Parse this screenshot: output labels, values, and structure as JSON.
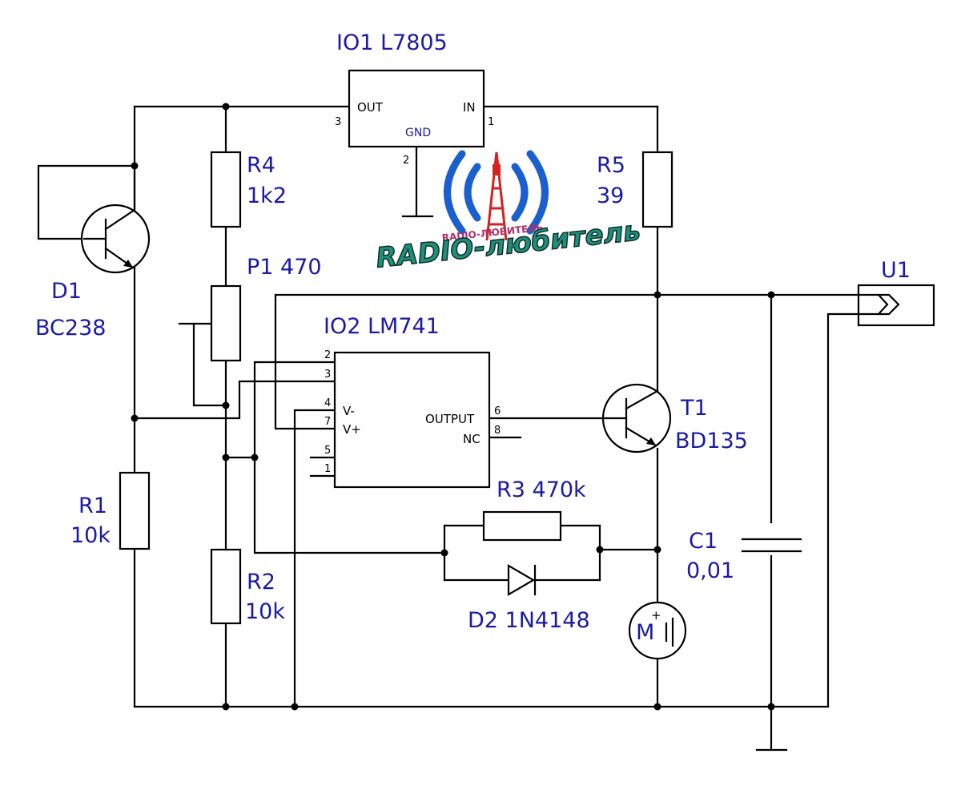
{
  "components": {
    "io1": {
      "label": "IO1 L7805",
      "out": "OUT",
      "in": "IN",
      "gnd": "GND",
      "pin_out": "3",
      "pin_in": "1",
      "pin_gnd": "2"
    },
    "io2": {
      "label": "IO2  LM741",
      "vminus": "V-",
      "vplus": "V+",
      "output": "OUTPUT",
      "nc": "NC",
      "pins": {
        "p2": "2",
        "p3": "3",
        "p4": "4",
        "p7": "7",
        "p5": "5",
        "p1": "1",
        "p6": "6",
        "p8": "8"
      }
    },
    "r4": {
      "name": "R4",
      "value": "1k2"
    },
    "r5": {
      "name": "R5",
      "value": "39"
    },
    "p1": {
      "name": "P1 470"
    },
    "d1": {
      "name": "D1",
      "value": "BC238"
    },
    "r1": {
      "name": "R1",
      "value": "10k"
    },
    "r2": {
      "name": "R2",
      "value": "10k"
    },
    "r3": {
      "name": "R3 470k"
    },
    "d2": {
      "name": "D2 1N4148"
    },
    "t1": {
      "name": "T1",
      "value": "BD135"
    },
    "c1": {
      "name": "C1",
      "value": "0,01"
    },
    "u1": {
      "name": "U1"
    },
    "motor": {
      "letter": "M",
      "plus": "+"
    }
  },
  "logo": {
    "main": "RADIO-любитель",
    "small": "RADIO-ЛЮБИТЕЛЬ"
  },
  "colors": {
    "label": "#1a1aa6",
    "wire": "#000000",
    "logo_wave": "#1a5fd0",
    "logo_text": "#1f8f7a"
  }
}
